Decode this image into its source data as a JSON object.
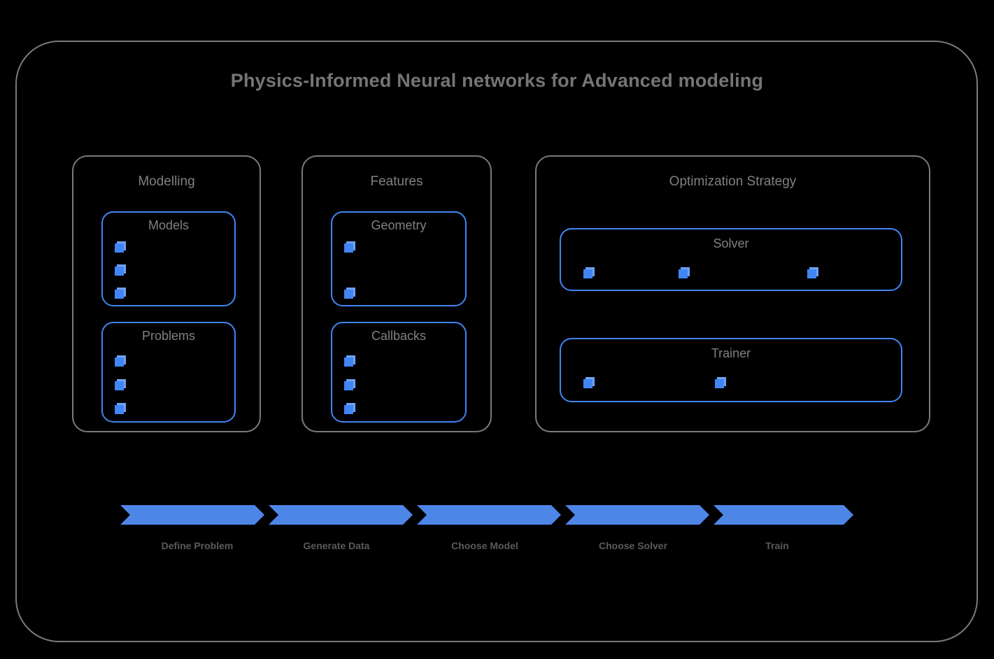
{
  "title": "Physics-Informed Neural networks for Advanced modeling",
  "colors": {
    "background": "#000000",
    "frame": "#7a7a7a",
    "accent_blue": "#4285f4",
    "chevron_blue": "#4e86e8",
    "text_gray": "#808080",
    "label_gray": "#5a5a5a"
  },
  "groups": [
    {
      "name": "Modelling",
      "boxes": [
        {
          "name": "Models",
          "bullet_count": 3,
          "bullet_layout": "vertical"
        },
        {
          "name": "Problems",
          "bullet_count": 3,
          "bullet_layout": "vertical"
        }
      ]
    },
    {
      "name": "Features",
      "boxes": [
        {
          "name": "Geometry",
          "bullet_count": 2,
          "bullet_layout": "vertical"
        },
        {
          "name": "Callbacks",
          "bullet_count": 3,
          "bullet_layout": "vertical"
        }
      ]
    },
    {
      "name": "Optimization Strategy",
      "boxes": [
        {
          "name": "Solver",
          "bullet_count": 3,
          "bullet_layout": "horizontal"
        },
        {
          "name": "Trainer",
          "bullet_count": 2,
          "bullet_layout": "horizontal"
        }
      ]
    }
  ],
  "flow": {
    "steps": [
      {
        "label": "Define Problem"
      },
      {
        "label": "Generate Data"
      },
      {
        "label": "Choose Model"
      },
      {
        "label": "Choose Solver"
      },
      {
        "label": "Train"
      }
    ]
  },
  "icons": {
    "bullet": "cube-icon"
  }
}
